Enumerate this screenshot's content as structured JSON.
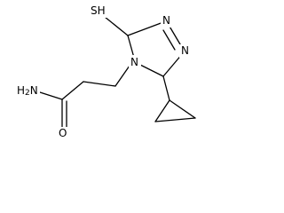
{
  "colors": {
    "bond": "#000000",
    "background": "#ffffff"
  },
  "molecule": {
    "name": "",
    "atoms": {
      "sh": "SH",
      "n_top": "N",
      "n_right": "N",
      "n_ring": "N",
      "nh2": "H2N",
      "o": "O"
    }
  }
}
